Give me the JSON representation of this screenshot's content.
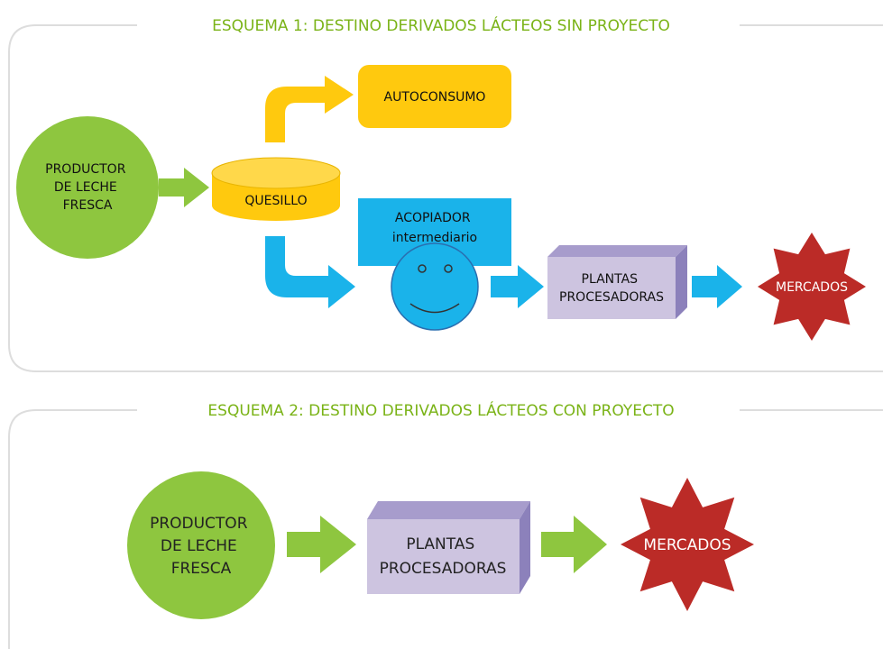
{
  "colors": {
    "panel_border": "#dddddd",
    "title": "#7ab317",
    "green": "#8ec63f",
    "orange": "#ffc90e",
    "blue": "#1ab3ea",
    "purple": "#cdc4e0",
    "purple_top": "#a79ccc",
    "purple_side": "#8c81bb",
    "red": "#bb2b27"
  },
  "scheme1": {
    "title": "ESQUEMA 1: DESTINO DERIVADOS LÁCTEOS SIN PROYECTO",
    "producer": [
      "PRODUCTOR",
      "DE LECHE",
      "FRESCA"
    ],
    "quesillo": "QUESILLO",
    "autoconsumo": "AUTOCONSUMO",
    "acopiador": [
      "ACOPIADOR",
      "intermediario"
    ],
    "plantas": [
      "PLANTAS",
      "PROCESADORAS"
    ],
    "mercados": "MERCADOS"
  },
  "scheme2": {
    "title": "ESQUEMA 2: DESTINO DERIVADOS LÁCTEOS CON PROYECTO",
    "producer": [
      "PRODUCTOR",
      "DE LECHE",
      "FRESCA"
    ],
    "plantas": [
      "PLANTAS",
      "PROCESADORAS"
    ],
    "mercados": "MERCADOS"
  }
}
